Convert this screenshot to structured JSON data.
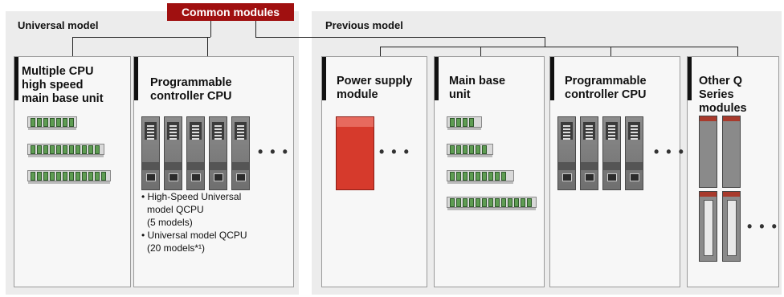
{
  "universal_panel": {
    "title": "Universal model"
  },
  "previous_panel": {
    "title": "Previous model"
  },
  "common_badge": "Common modules",
  "universal_cards": {
    "multi_cpu": {
      "title_lines": [
        "Multiple CPU",
        "high speed",
        "main base unit"
      ]
    },
    "plc_cpu": {
      "title_lines": [
        "Programmable",
        "controller CPU"
      ],
      "bullets": [
        "• High-Speed Universal",
        "model QCPU",
        "(5 models)",
        "• Universal model QCPU",
        "(20 models*¹)"
      ]
    }
  },
  "previous_cards": {
    "power": {
      "title_lines": [
        "Power supply",
        "module"
      ]
    },
    "main_base": {
      "title_lines": [
        "Main base",
        "unit"
      ]
    },
    "plc_cpu": {
      "title_lines": [
        "Programmable",
        "controller CPU"
      ]
    },
    "other": {
      "title_lines": [
        "Other Q Series",
        "modules"
      ]
    }
  },
  "ellipsis": "• • •",
  "colors": {
    "badge": "#a01010",
    "panel": "#ececec",
    "card": "#f7f7f7",
    "accent_bar": "#111111"
  }
}
